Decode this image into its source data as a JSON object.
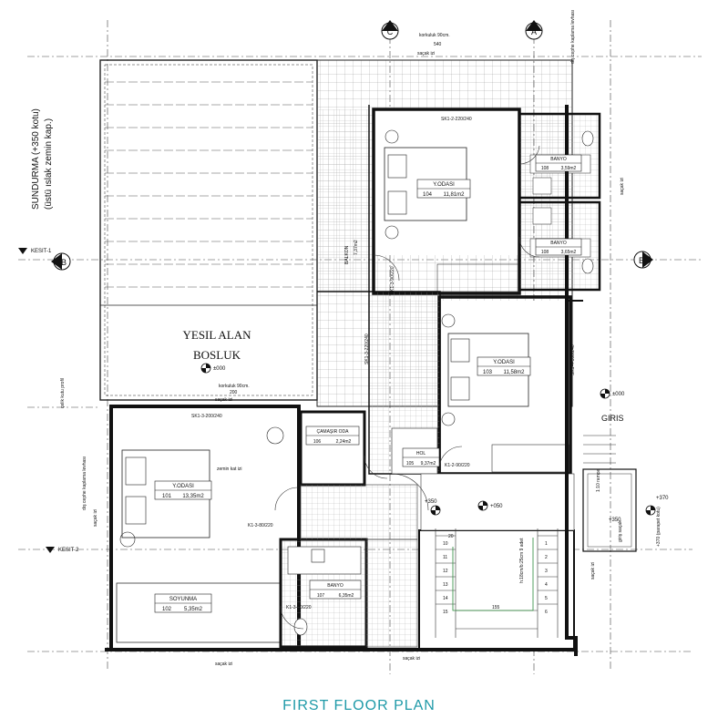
{
  "title": "FIRST FLOOR PLAN",
  "grid_axes": {
    "axis_c": "C",
    "axis_a": "A",
    "axis_b": "B"
  },
  "sections": {
    "kesit_1": "KESIT-1",
    "kesit_2": "KESIT-2"
  },
  "zones": {
    "yesil_line1": "YESIL ALAN",
    "yesil_line2": "BOSLUK",
    "sundurma_line1": "SUNDURMA (+350 kotu)",
    "sundurma_line2": "(üstü ıslak zemin kap.)",
    "entrance": "GIRIS"
  },
  "rooms": [
    {
      "name": "Y.ODASI",
      "number": "101",
      "area": "13,35m2"
    },
    {
      "name": "SOYUNMA",
      "number": "102",
      "area": "5,35m2"
    },
    {
      "name": "Y.ODASI",
      "number": "103",
      "area": "11,58m2"
    },
    {
      "name": "Y.ODASI",
      "number": "104",
      "area": "11,81m2"
    },
    {
      "name": "HOL",
      "number": "105",
      "area": "9,37m2"
    },
    {
      "name": "ÇAMAŞIR ODA",
      "number": "106",
      "area": "2,24m2"
    },
    {
      "name": "BANYO",
      "number": "107",
      "area": "6,35m2"
    },
    {
      "name": "BANYO",
      "number": "108",
      "area": "3,59m2"
    },
    {
      "name": "BANYO",
      "number": "108",
      "area": "3,65m2"
    }
  ],
  "levels": {
    "lvl_000_a": "±000",
    "lvl_000_b": "±000",
    "lvl_350": "+350",
    "lvl_050": "+050",
    "lvl_370": "+370",
    "lvl_350b": "+350"
  },
  "notes": {
    "korkuluk_top": "korkuluk 90cm.",
    "dim_540": "540",
    "sacak_top": "saçak izi",
    "korkuluk_left": "korkuluk 90cm.",
    "dim_200": "200",
    "sacak_left": "saçak izi",
    "sacak_bottom_l": "saçak izi",
    "sacak_bottom_r": "saçak izi",
    "sacak_right": "saçak izi",
    "sacak_right2": "saçak izi",
    "sacak_far_left": "saçak izi",
    "balkon": "BALKON",
    "balkon_area": "7,37m2",
    "zemin_kat_izi": "zemin kat izi",
    "dis_cephe_top": "dış cephe kaplama levhası",
    "dis_cephe_left": "dış cephe kaplama levhası",
    "celik_profil": "çelik kutu profil",
    "sk_top": "SK1-2-220/240",
    "sk_left": "SK1-3-200/240",
    "sk_mid": "SK1-3-220/240",
    "sk_right": "SK1-4-100/240",
    "kapi1": "K1-3-90/220",
    "kapi2": "K1-3-80/220",
    "kapi3": "K1-2-90/220",
    "kapi4": "K1-3-80/220",
    "parapet": "+370 (parapet kotu)",
    "giris_sacak": "giriş saçak",
    "merdiven": "h:18cm/b:25cm 9 adet",
    "slope": "1:10 rampa"
  },
  "stairs": {
    "left_steps": [
      "10",
      "11",
      "12",
      "13",
      "14",
      "15"
    ],
    "right_steps": [
      "1",
      "2",
      "3",
      "4",
      "5",
      "6"
    ],
    "landing_left": "20",
    "landing_bottom": "155"
  }
}
